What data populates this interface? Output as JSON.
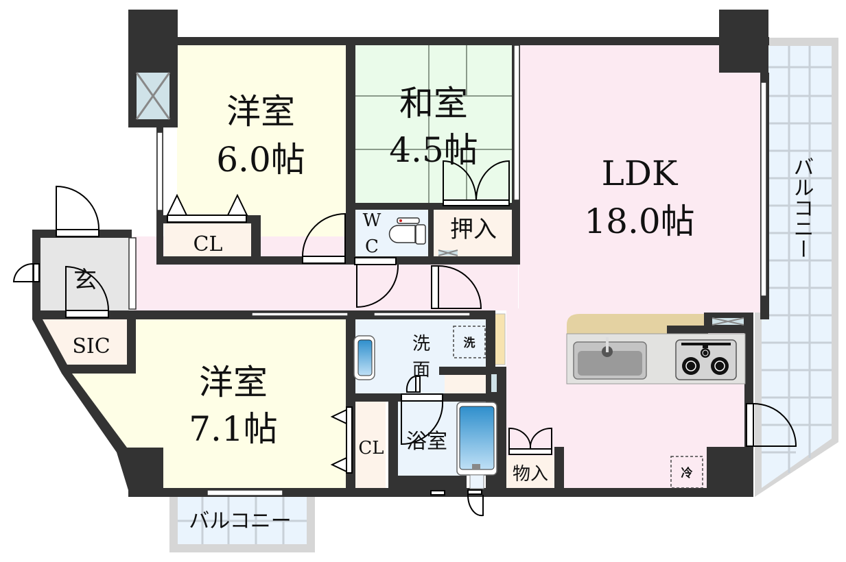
{
  "floorplan": {
    "colors": {
      "wall": "#333333",
      "western_room": "#fefee6",
      "japanese_room": "#eafbea",
      "ldk": "#fceaf2",
      "storage": "#fdf3ea",
      "wet_area": "#ebf4fc",
      "entrance": "#e6e6e6",
      "balcony": "#eaf4fd",
      "balcony_frame": "#d6d6d6",
      "counter": "#e4d2a2",
      "kitchen": "#e2e2e0",
      "bathtub": "#3a9ad4"
    },
    "rooms": {
      "western_room_1": {
        "name": "洋室",
        "size": "6.0帖"
      },
      "japanese_room": {
        "name": "和室",
        "size": "4.5帖"
      },
      "ldk": {
        "name": "LDK",
        "size": "18.0帖"
      },
      "western_room_2": {
        "name": "洋室",
        "size": "7.1帖"
      },
      "entrance": {
        "name": "玄"
      },
      "shoe_closet": {
        "name": "SIC"
      },
      "closet_1": {
        "name": "CL"
      },
      "closet_2": {
        "name": "CL"
      },
      "toilet": {
        "line1": "W",
        "line2": "C"
      },
      "oshiire": {
        "name": "押入"
      },
      "washroom": {
        "line1": "洗",
        "line2": "面"
      },
      "washer_space": {
        "name": "洗"
      },
      "bathroom": {
        "name": "浴室"
      },
      "storage": {
        "name": "物入"
      },
      "fridge_space": {
        "name": "冷"
      },
      "balcony_east": {
        "name": "バルコニー"
      },
      "balcony_south": {
        "name": "バルコニー"
      }
    }
  }
}
